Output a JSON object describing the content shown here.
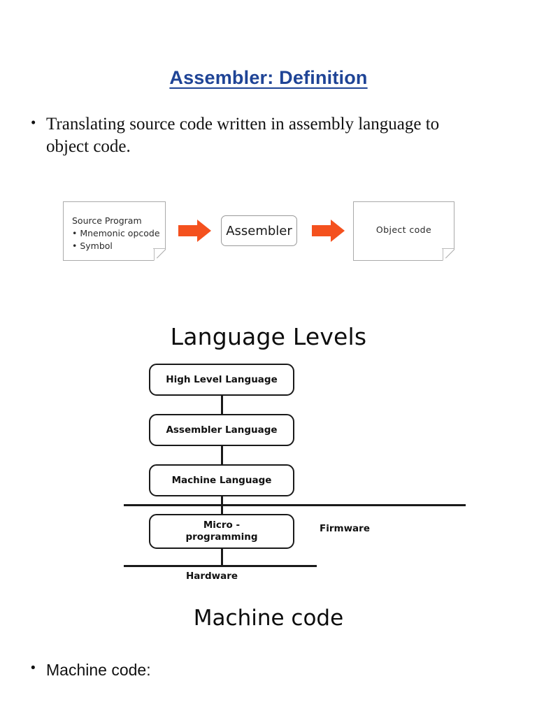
{
  "slide": {
    "title": "Assembler: Definition",
    "title_color": "#1f4496"
  },
  "bullets": [
    {
      "marker": "•",
      "text": "Translating source code written in assembly language to object code."
    },
    {
      "marker": "•",
      "text": "Machine code:"
    }
  ],
  "flow_diagram": {
    "source_document": {
      "title": "Source Program",
      "items": [
        "• Mnemonic opcode",
        "• Symbol"
      ]
    },
    "processor_box": {
      "label": "Assembler"
    },
    "output_document": {
      "label": "Object code"
    },
    "arrows": [
      {
        "name": "arrow-source-to-assembler",
        "direction": "right",
        "color": "#F4511E"
      },
      {
        "name": "arrow-assembler-to-object",
        "direction": "right",
        "color": "#F4511E"
      }
    ]
  },
  "language_levels": {
    "heading": "Language Levels",
    "boxes": [
      {
        "label": "High Level Language"
      },
      {
        "label": "Assembler Language"
      },
      {
        "label": "Machine Language"
      },
      {
        "label": "Micro -\nprogramming",
        "line1": "Micro -",
        "line2": "programming"
      }
    ],
    "side_label_firmware": "Firmware",
    "bottom_label_hardware": "Hardware"
  },
  "machine_code_heading": "Machine code"
}
